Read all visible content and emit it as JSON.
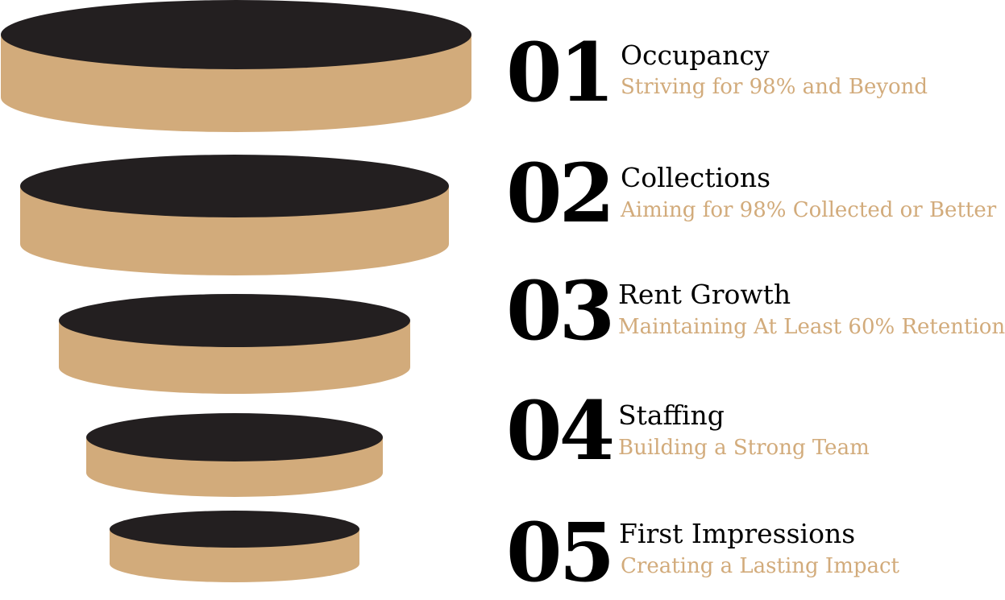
{
  "colors": {
    "disc_top": "#231f20",
    "disc_side": "#d2ab7b",
    "number": "#000000",
    "title": "#000000",
    "subtitle": "#d2ab7b"
  },
  "steps": [
    {
      "number": "01",
      "title": "Occupancy",
      "subtitle": "Striving for 98% and Beyond"
    },
    {
      "number": "02",
      "title": "Collections",
      "subtitle": "Aiming for 98% Collected or Better"
    },
    {
      "number": "03",
      "title": "Rent Growth",
      "subtitle": "Maintaining At Least 60% Retention"
    },
    {
      "number": "04",
      "title": "Staffing",
      "subtitle": "Building a Strong Team"
    },
    {
      "number": "05",
      "title": "First Impressions",
      "subtitle": "Creating a Lasting Impact"
    }
  ]
}
